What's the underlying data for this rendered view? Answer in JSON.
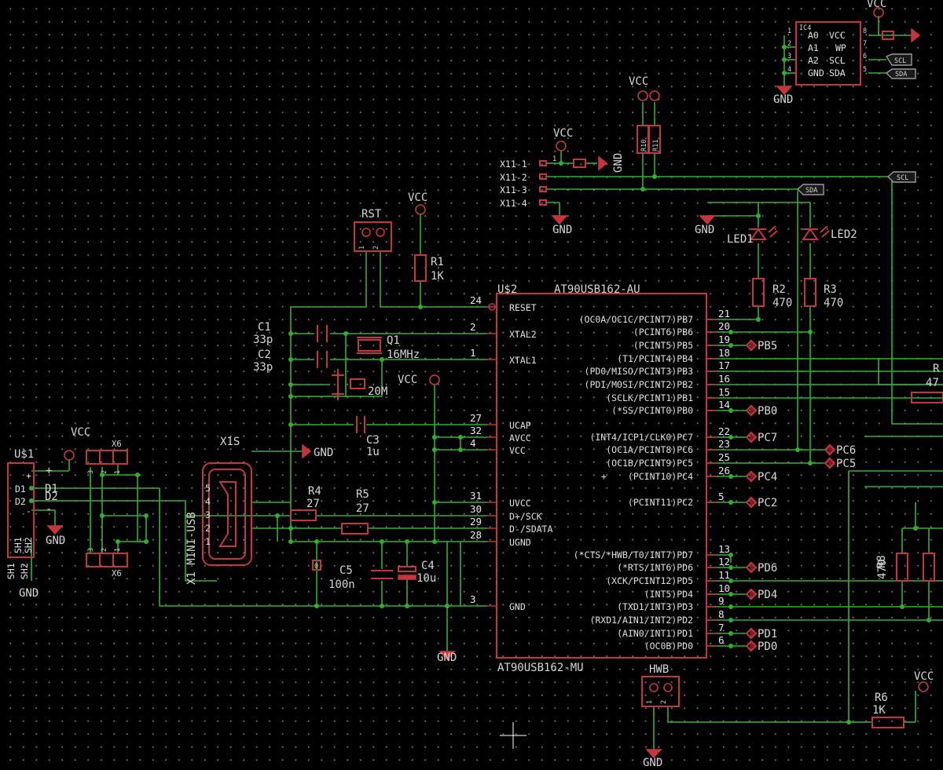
{
  "chip": {
    "name": "U$2",
    "value": "AT90USB162-AU",
    "value_bottom": "AT90USB162-MU",
    "left_pins": [
      {
        "num": "24",
        "name": "RESET"
      },
      {
        "num": "2",
        "name": "XTAL2"
      },
      {
        "num": "1",
        "name": "XTAL1"
      },
      {
        "num": "27",
        "name": "UCAP"
      },
      {
        "num": "32",
        "name": "AVCC"
      },
      {
        "num": "4",
        "name": "VCC"
      },
      {
        "num": "31",
        "name": "UVCC"
      },
      {
        "num": "30",
        "name": "D+/SCK"
      },
      {
        "num": "29",
        "name": "D-/SDATA"
      },
      {
        "num": "28",
        "name": "UGND"
      },
      {
        "num": "3",
        "name": "GND"
      }
    ],
    "right_pins": [
      {
        "num": "21",
        "name": "(OC0A/OC1C/PCINT7)PB7"
      },
      {
        "num": "20",
        "name": "(PCINT6)PB6"
      },
      {
        "num": "19",
        "name": "(PCINT5)PB5"
      },
      {
        "num": "18",
        "name": "(T1/PCINT4)PB4"
      },
      {
        "num": "17",
        "name": "(PD0/MISO/PCINT3)PB3"
      },
      {
        "num": "16",
        "name": "(PDI/MOSI/PCINT2)PB2"
      },
      {
        "num": "15",
        "name": "(SCLK/PCINT1)PB1"
      },
      {
        "num": "14",
        "name": "(*SS/PCINT0)PB0"
      },
      {
        "num": "22",
        "name": "(INT4/ICP1/CLK0)PC7"
      },
      {
        "num": "23",
        "name": "(OC1A/PCINT8)PC6"
      },
      {
        "num": "25",
        "name": "(OC1B/PCINT9)PC5"
      },
      {
        "num": "26",
        "name": "(PCINT10)PC4"
      },
      {
        "num": "5",
        "name": "(PCINT11)PC2"
      },
      {
        "num": "13",
        "name": "(*CTS/*HWB/T0/INT7)PD7"
      },
      {
        "num": "12",
        "name": "(*RTS/INT6)PD6"
      },
      {
        "num": "11",
        "name": "(XCK/PCINT12)PD5"
      },
      {
        "num": "10",
        "name": "(INT5)PD4"
      },
      {
        "num": "9",
        "name": "(TXD1/INT3)PD3"
      },
      {
        "num": "8",
        "name": "(RXD1/AIN1/INT2)PD2"
      },
      {
        "num": "7",
        "name": "(AIN0/INT1)PD1"
      },
      {
        "num": "6",
        "name": "(OC0B)PD0"
      }
    ]
  },
  "net_ports": [
    {
      "label": "PB5"
    },
    {
      "label": "PB0"
    },
    {
      "label": "PC7"
    },
    {
      "label": "PC6"
    },
    {
      "label": "PC5"
    },
    {
      "label": "PC4"
    },
    {
      "label": "PC2"
    },
    {
      "label": "PD6"
    },
    {
      "label": "PD4"
    },
    {
      "label": "PD1"
    },
    {
      "label": "PD0"
    }
  ],
  "bus_tags": {
    "sda": "SDA",
    "scl": "SCL"
  },
  "labels": {
    "vcc": "VCC",
    "gnd": "GND",
    "rst": "RST",
    "r1_name": "R1",
    "r1_value": "1K",
    "c1_name": "C1",
    "c1_value": "33p",
    "c2_name": "C2",
    "c2_value": "33p",
    "q1_name": "Q1",
    "q1_value": "16MHz",
    "q2_value": "20M",
    "c3_name": "C3",
    "c3_value": "1u",
    "c4_name": "C4",
    "c4_value": "10u",
    "c5_name": "C5",
    "c5_value": "100n",
    "r4_name": "R4",
    "r4_value": "27",
    "r5_name": "R5",
    "r5_value": "27",
    "x1s": "X1S",
    "x1_usb": "X1 MINI-USB",
    "us1": "U$1",
    "x6": "X6",
    "hwb": "HWB",
    "r2_name": "R2",
    "r2_value": "470",
    "r3_name": "R3",
    "r3_value": "470",
    "r6_name": "R6",
    "r6_value": "1K",
    "r8_name": "R8",
    "r8_value": "470",
    "r7_value": "47",
    "r7_name": "R",
    "led1": "LED1",
    "led2": "LED2",
    "r10": "R10",
    "r11": "R11",
    "ic4": "IC4",
    "ic4_pins_left": [
      "A0",
      "A1",
      "A2",
      "GND"
    ],
    "ic4_pins_right": [
      "VCC",
      "WP",
      "SCL",
      "SDA"
    ],
    "ic4_nums_left": [
      "1",
      "2",
      "3",
      "4"
    ],
    "ic4_nums_right": [
      "8",
      "7",
      "6",
      "5"
    ],
    "x11": [
      "X11-1",
      "X11-2",
      "X11-3",
      "X11-4"
    ],
    "usb_pins": [
      "5",
      "4",
      "3",
      "2",
      "1"
    ],
    "us1_pins": [
      "+",
      "D1",
      "D2",
      "-",
      "SH1",
      "SH2"
    ],
    "us1_sh": [
      "SH1",
      "SH2"
    ],
    "us1_gnd": "GND",
    "x6_top_pins": [
      "3",
      "2",
      "1"
    ],
    "x6_bot_pins": [
      "3",
      "2",
      "1"
    ],
    "hwb_pins": [
      "1",
      "2"
    ],
    "rst_pins": [
      "1",
      "2"
    ],
    "sig_d1": "D1",
    "sig_d2": "D2",
    "sig_plus": "+",
    "sig_minus": "-",
    "r10_11_vcc": "VCC",
    "c0_label": "0"
  }
}
